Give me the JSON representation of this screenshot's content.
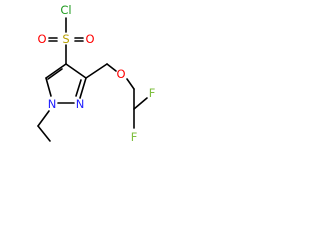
{
  "molecule": {
    "atoms": {
      "chlorine": "Cl",
      "sulfur": "S",
      "sulfonyl_oxygen_left": "O",
      "sulfonyl_oxygen_right": "O",
      "ether_oxygen": "O",
      "nitrogen_ring_1": "N",
      "nitrogen_ring_2": "N",
      "fluorine_top": "F",
      "fluorine_bottom": "F"
    },
    "colors": {
      "bond": "#000000",
      "chlorine": "#1f9b1f",
      "oxygen": "#ff0000",
      "nitrogen": "#2222ff",
      "fluorine": "#7fbf3f",
      "sulfur": "#b8a000"
    }
  }
}
